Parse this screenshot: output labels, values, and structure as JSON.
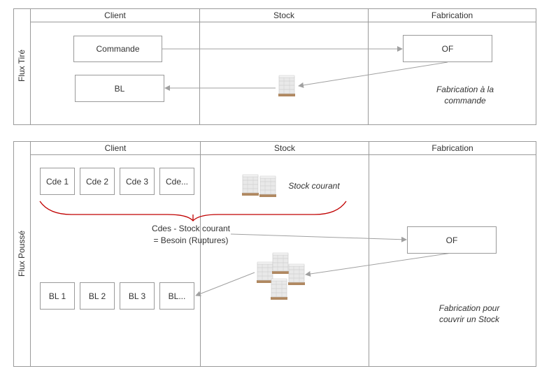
{
  "top_section": {
    "side_label": "Flux Tiré",
    "columns": [
      "Client",
      "Stock",
      "Fabrication"
    ],
    "nodes": {
      "commande": "Commande",
      "of": "OF",
      "bl": "BL"
    },
    "note": "Fabrication à la commande"
  },
  "bottom_section": {
    "side_label": "Flux Poussé",
    "columns": [
      "Client",
      "Stock",
      "Fabrication"
    ],
    "orders": [
      "Cde 1",
      "Cde 2",
      "Cde 3",
      "Cde..."
    ],
    "deliveries": [
      "BL 1",
      "BL 2",
      "BL 3",
      "BL..."
    ],
    "stock_label": "Stock courant",
    "need_line1": "Cdes - Stock courant",
    "need_line2": "= Besoin (Ruptures)",
    "of": "OF",
    "note": "Fabrication pour couvrir un Stock"
  },
  "colors": {
    "border": "#9a9a9a",
    "arrow": "#a0a0a0",
    "brace": "#c00000"
  },
  "icons": {
    "stock_pallet": "pallet-boxes-icon"
  }
}
